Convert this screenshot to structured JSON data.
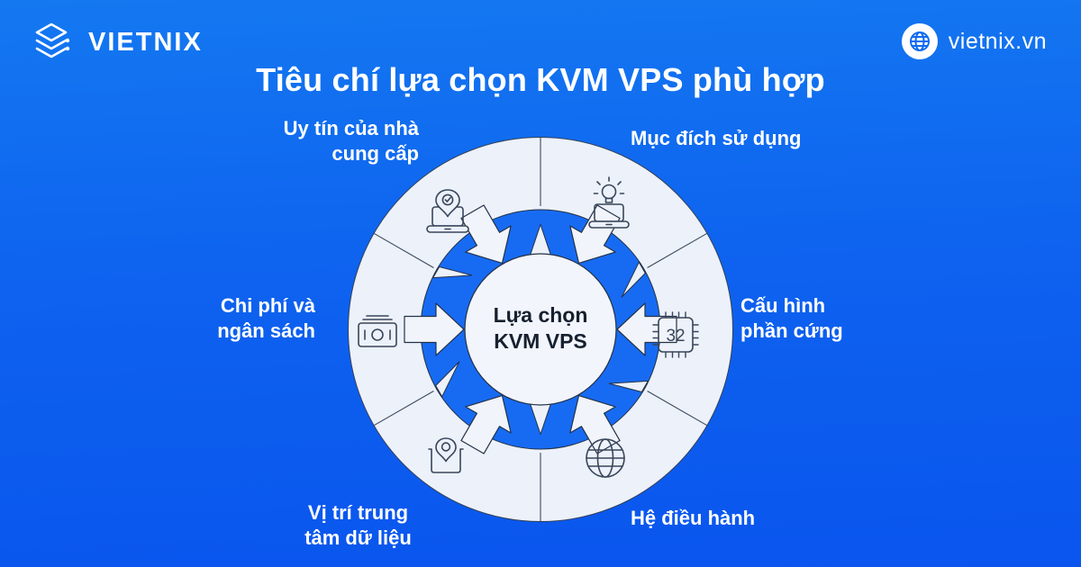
{
  "brand": {
    "logo_text": "VIETNIX",
    "website": "vietnix.vn"
  },
  "title": "Tiêu chí lựa chọn KVM VPS phù hợp",
  "center": {
    "line1": "Lựa chọn",
    "line2": "KVM VPS"
  },
  "criteria": [
    {
      "id": "reputation",
      "label_lines": [
        "Uy tín của nhà",
        "cung cấp"
      ],
      "icon": "laptop-shield-check-icon",
      "position": "top-left"
    },
    {
      "id": "purpose",
      "label_lines": [
        "Mục đích sử dụng"
      ],
      "icon": "laptop-lightbulb-icon",
      "position": "top-right"
    },
    {
      "id": "cost",
      "label_lines": [
        "Chi phí và",
        "ngân sách"
      ],
      "icon": "banknote-icon",
      "position": "left"
    },
    {
      "id": "hardware",
      "label_lines": [
        "Cấu hình",
        "phần cứng"
      ],
      "icon": "cpu-chip-icon",
      "chip_text": "32",
      "position": "right"
    },
    {
      "id": "datacenter",
      "label_lines": [
        "Vị trí trung",
        "tâm dữ liệu"
      ],
      "icon": "box-location-pin-icon",
      "position": "bottom-left"
    },
    {
      "id": "os",
      "label_lines": [
        "Hệ điều hành"
      ],
      "icon": "globe-wireframe-icon",
      "position": "bottom-right"
    }
  ],
  "colors": {
    "background_top": "#1478f1",
    "background_bottom": "#0a55ee",
    "ring_light": "#ecf1fa",
    "center_circle": "#f2f5fc",
    "arrow_blue": "#176bf3",
    "outline_dark": "#243248",
    "icon_stroke": "#39465a",
    "text_white": "#ffffff",
    "center_text": "#16202e"
  }
}
